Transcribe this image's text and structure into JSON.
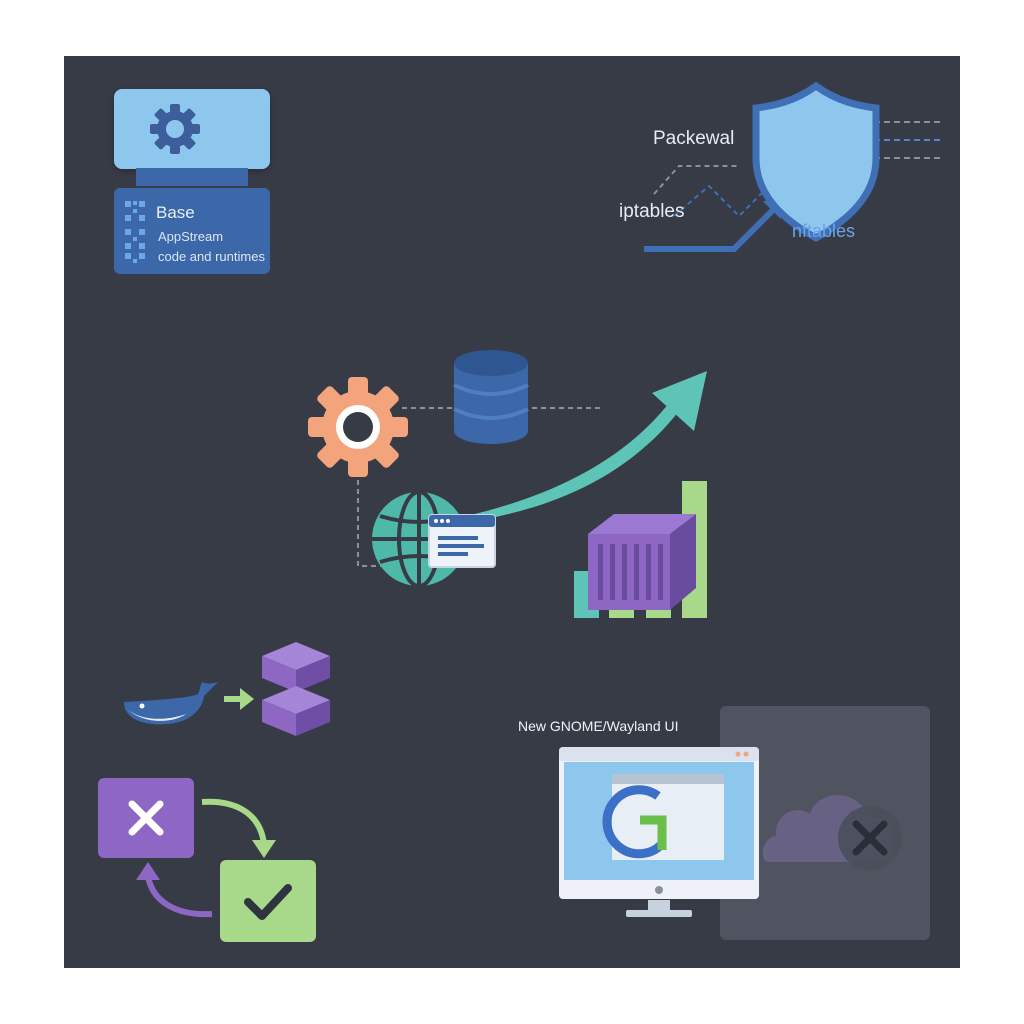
{
  "base_card": {
    "title": "Base",
    "line1": "AppStream",
    "line2": "code and runtimes"
  },
  "firewall": {
    "label_top": "Packewal",
    "label_left": "iptables",
    "label_right": "nftables"
  },
  "desktop": {
    "label": "New GNOME/Wayland UI"
  },
  "colors": {
    "background": "#363b46",
    "light_blue": "#8ec7ee",
    "dark_blue": "#3c67a8",
    "teal": "#5fc4b8",
    "green": "#a8d88a",
    "purple": "#8e67c4",
    "orange": "#f4a47c"
  },
  "icons": [
    "gear-icon",
    "shield-icon",
    "database-icon",
    "globe-icon",
    "browser-window-icon",
    "container-icon",
    "whale-icon",
    "cube-stack-icon",
    "close-icon",
    "check-icon",
    "monitor-icon",
    "cloud-icon",
    "g-logo-icon"
  ]
}
